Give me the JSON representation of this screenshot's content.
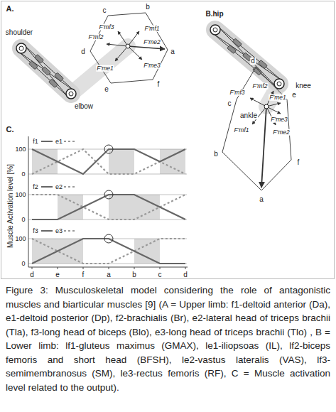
{
  "diagram": {
    "caption": "Figure 3: Musculoskeletal model considering the role of antagonistic muscles and biarticular muscles [9] (A = Upper limb: f1-deltoid anterior (Da), e1-deltoid posterior (Dp), f2-brachialis (Br), e2-lateral head of triceps brachii (Tla), f3-long head of biceps (Blo), e3-long head of triceps brachii (Tlo) , B = Lower limb: lf1-gluteus maximus (GMAX), le1-iliopsoas (IL), lf2-biceps femoris and short head (BFSH), le2-vastus lateralis (VAS), lf3-semimembranosus (SM), le3-rectus femoris (RF), C = Muscle activation level related to the output).",
    "labels": [
      "A.",
      "shoulder",
      "elbow",
      "c",
      "b",
      "a",
      "d",
      "e",
      "f",
      "F'mf3",
      "F'mf1",
      "F'mf2",
      "F'me2",
      "F'me1",
      "F'me3",
      "B.hip",
      "knee",
      "d",
      "e",
      "c",
      "ankle",
      "b",
      "f",
      "a",
      "F'mf2",
      "F'mf3",
      "F'me1",
      "F'me3",
      "F'mf1",
      "F'me2",
      "C.",
      "Muscle Activation level [%]",
      "f1",
      "e1",
      "100",
      "0",
      "f2",
      "e2",
      "100",
      "0",
      "f3",
      "e3",
      "100",
      "0",
      "d",
      "e",
      "f",
      "a",
      "b",
      "c",
      "d"
    ]
  }
}
